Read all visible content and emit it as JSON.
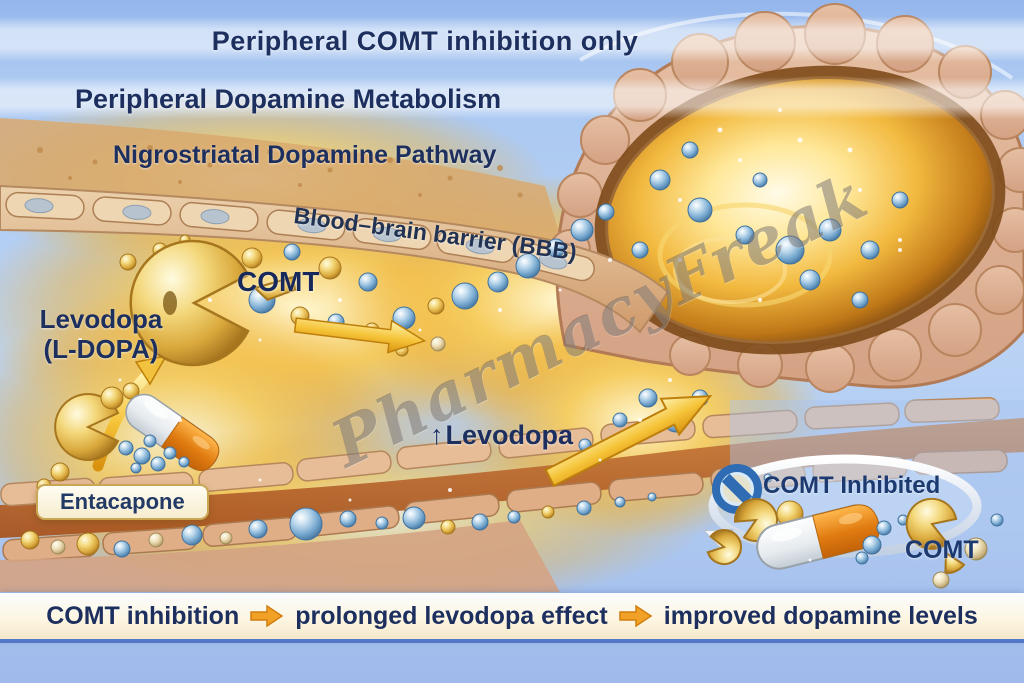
{
  "labels": {
    "top_title": "Peripheral COMT inhibition only",
    "peripheral_metabolism": "Peripheral Dopamine Metabolism",
    "nigrostriatal_pathway": "Nigrostriatal Dopamine Pathway",
    "blood_brain_barrier": "Blood–brain barrier (BBB)",
    "comt_enzyme": "COMT",
    "levodopa_line1": "Levodopa",
    "levodopa_line2": "(L-DOPA)",
    "entacapone": "Entacapone",
    "increased_levodopa_arrow": "↑",
    "increased_levodopa": "Levodopa",
    "comt_inhibited": "COMT Inhibited",
    "comt_inhibited_enzyme": "COMT"
  },
  "banner": {
    "step1": "COMT inhibition",
    "step2": "prolonged levodopa effect",
    "step3": "improved dopamine levels"
  },
  "watermark": "PharmacyFreak",
  "colors": {
    "text_navy": "#1c2f5e",
    "background_blue": "#a9c7f1",
    "gold": "#f2bd3a",
    "arrow_orange": "#f2a127",
    "capsule_orange": "#e07b10",
    "dopamine_blue": "#79abd2",
    "vessel_tan": "#d9b48c",
    "prohibition_blue": "#2f6cb4"
  }
}
